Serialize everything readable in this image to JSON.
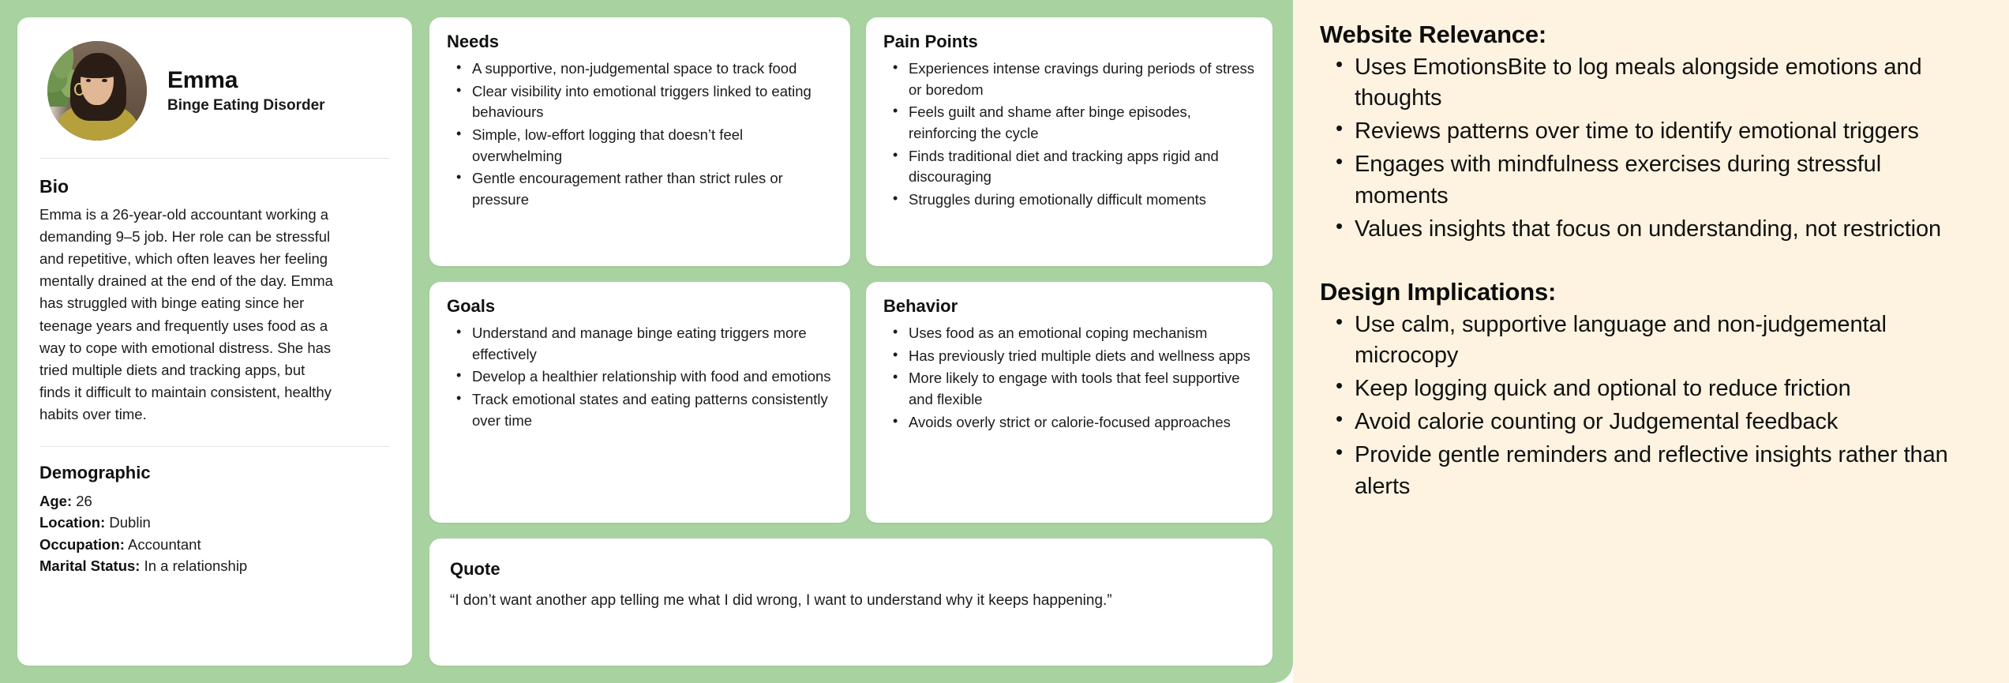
{
  "theme": {
    "panel_green": "#a8d3a0",
    "panel_cream": "#fdf3e0",
    "card_white": "#ffffff",
    "text_primary": "#111111"
  },
  "persona": {
    "name": "Emma",
    "role": "Binge Eating Disorder",
    "bio_title": "Bio",
    "bio_text": "Emma is a 26-year-old accountant working a demanding 9–5 job. Her role can be stressful and repetitive, which often leaves her feeling mentally drained at the end of the day. Emma has struggled with binge eating since her teenage years and frequently uses food as a way to cope with emotional distress. She has tried multiple diets and tracking apps, but finds it difficult to maintain consistent, healthy habits over time.",
    "demographic_title": "Demographic",
    "demographic": [
      {
        "label": "Age:",
        "value": "26"
      },
      {
        "label": "Location:",
        "value": "Dublin"
      },
      {
        "label": "Occupation:",
        "value": "Accountant"
      },
      {
        "label": "Marital Status:",
        "value": " In a relationship"
      }
    ]
  },
  "needs": {
    "title": "Needs",
    "items": [
      "A supportive, non-judgemental space to track food",
      "Clear visibility into emotional triggers linked to eating behaviours",
      "Simple, low-effort logging that doesn’t feel overwhelming",
      "Gentle encouragement rather than strict rules or pressure"
    ]
  },
  "pain_points": {
    "title": "Pain Points",
    "items": [
      "Experiences intense cravings during periods of stress or boredom",
      "Feels guilt and shame after binge episodes, reinforcing the cycle",
      "Finds traditional diet and tracking apps rigid and discouraging",
      "Struggles during emotionally difficult moments"
    ]
  },
  "goals": {
    "title": "Goals",
    "items": [
      "Understand and manage binge eating triggers more effectively",
      "Develop a healthier relationship with food and emotions",
      "Track emotional states and eating patterns consistently over time"
    ]
  },
  "behavior": {
    "title": "Behavior",
    "items": [
      "Uses food as an emotional coping mechanism",
      "Has previously tried multiple diets and wellness apps",
      "More likely to engage with tools that feel supportive and flexible",
      "Avoids overly strict or calorie-focused approaches"
    ]
  },
  "quote": {
    "title": "Quote",
    "text": "“I don’t want another app telling me what I did wrong, I want to understand why it keeps happening.”"
  },
  "notes": {
    "relevance_title": "Website Relevance:",
    "relevance_items": [
      "Uses EmotionsBite to log meals alongside emotions and thoughts",
      "Reviews patterns over time to identify emotional triggers",
      "Engages with mindfulness exercises during stressful moments",
      "Values insights that focus on understanding, not restriction"
    ],
    "implications_title": "Design Implications:",
    "implications_items": [
      "Use calm, supportive language and non-judgemental microcopy",
      "Keep logging quick and optional to reduce friction",
      "Avoid calorie counting or Judgemental feedback",
      "Provide gentle reminders and reflective insights rather than alerts"
    ]
  }
}
